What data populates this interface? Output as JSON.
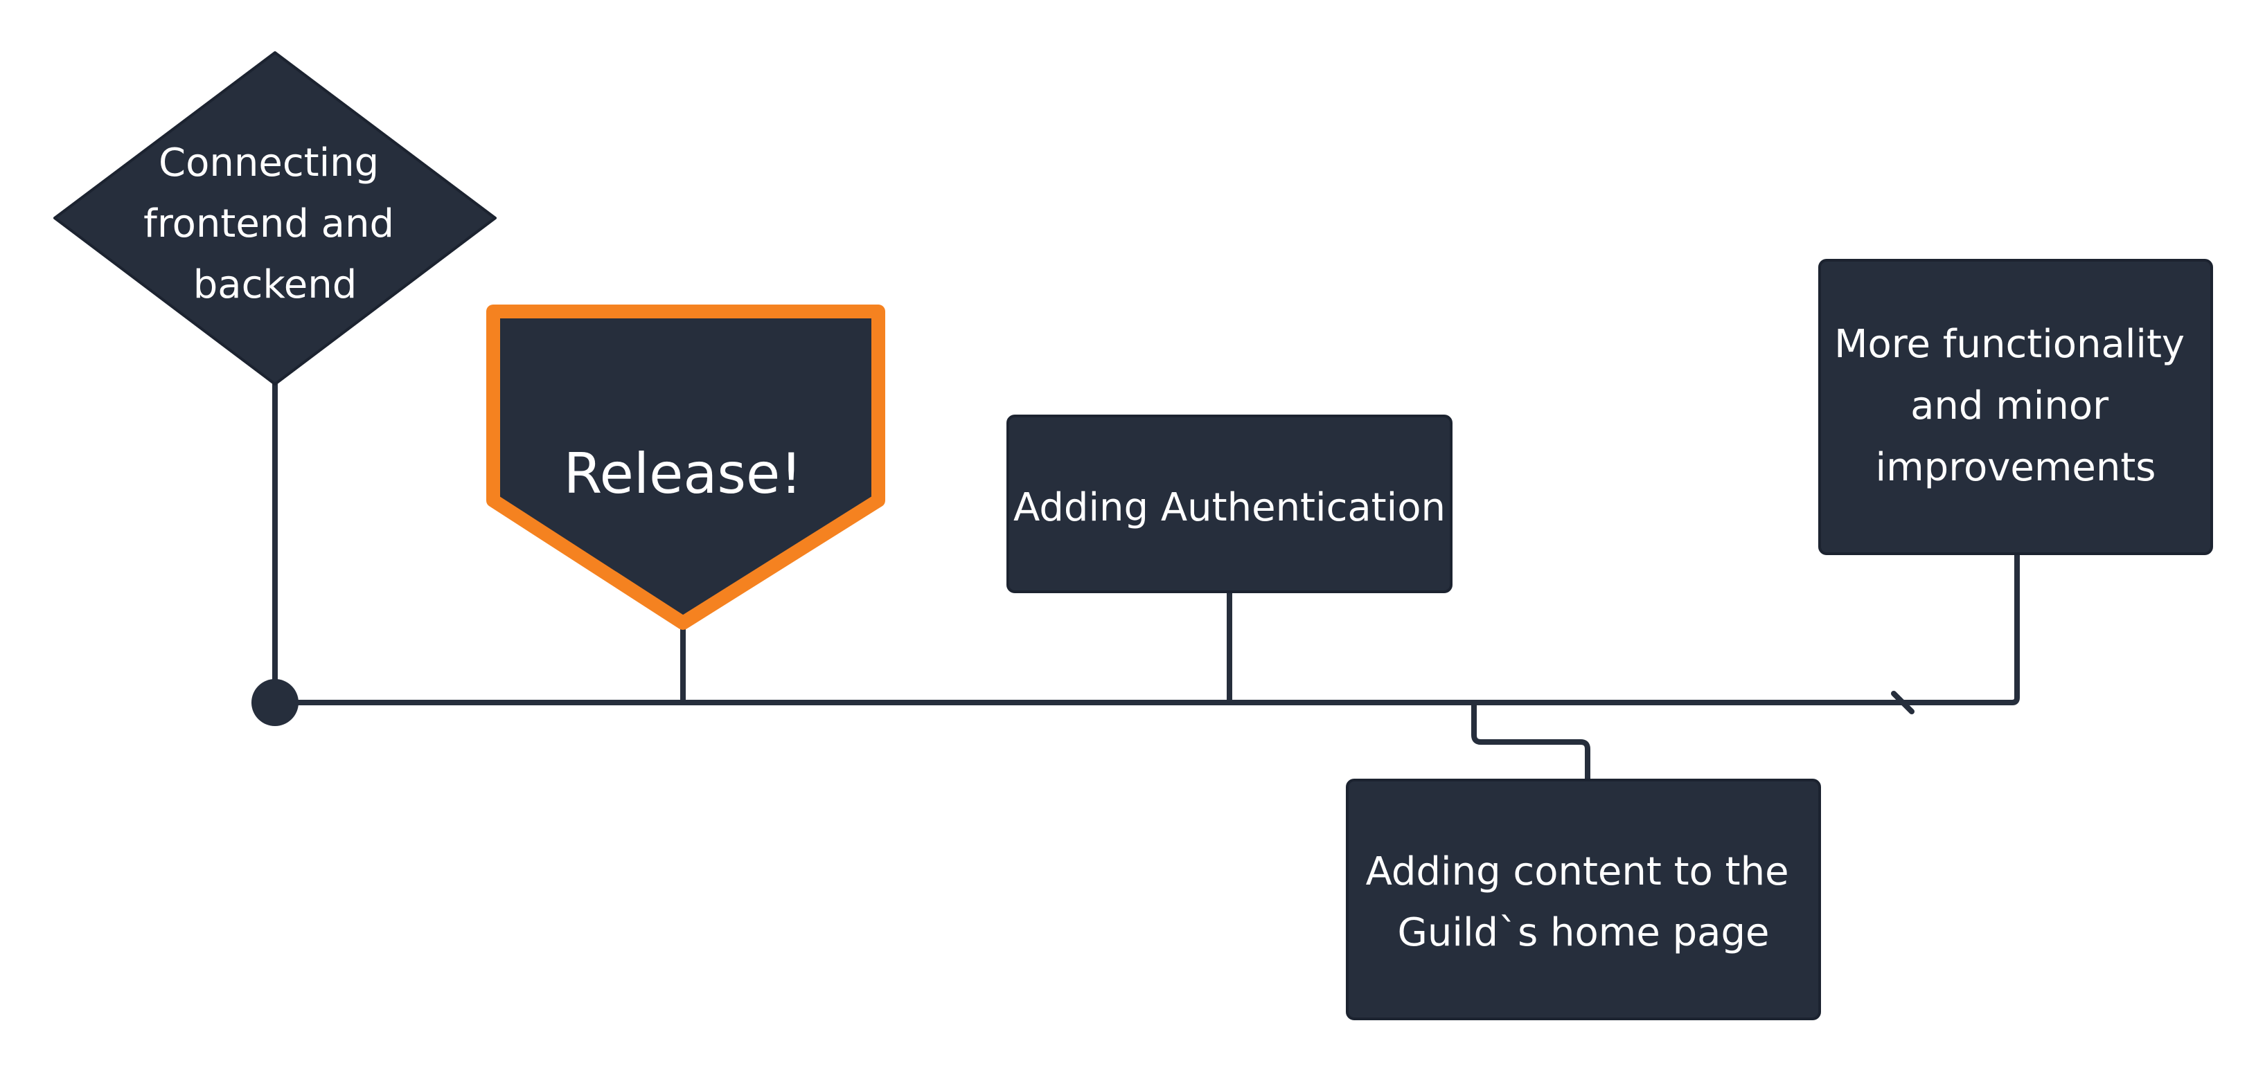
{
  "diagram": {
    "nodes": {
      "diamond": {
        "lines": [
          "Connecting",
          "frontend and",
          "backend"
        ]
      },
      "release": {
        "lines": [
          "Release!"
        ]
      },
      "auth": {
        "lines": [
          "Adding Authentication"
        ]
      },
      "more": {
        "lines": [
          "More functionality",
          "and minor",
          "improvements"
        ]
      },
      "content": {
        "lines": [
          "Adding content to the",
          "Guild`s home page"
        ]
      }
    },
    "colors": {
      "node_fill": "#262e3c",
      "highlight_border": "#f58220",
      "line": "#262e3c",
      "text": "#ffffff"
    }
  }
}
